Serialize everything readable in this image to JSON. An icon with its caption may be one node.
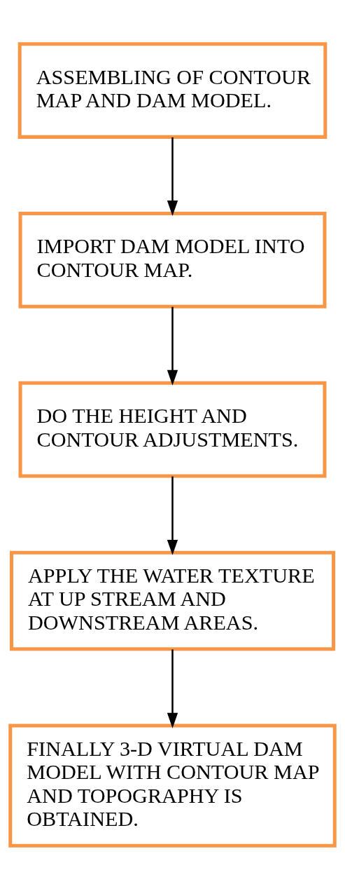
{
  "diagram": {
    "nodes": [
      {
        "text": [
          "ASSEMBLING OF CONTOUR MAP AND DAM MODEL."
        ]
      },
      {
        "text": [
          "IMPORT DAM MODEL INTO CONTOUR MAP."
        ]
      },
      {
        "text": [
          "DO THE HEIGHT AND CONTOUR ADJUSTMENTS."
        ]
      },
      {
        "text": [
          "APPLY THE WATER TEXTURE AT UP STREAM AND DOWNSTREAM AREAS."
        ]
      },
      {
        "text": [
          "FINALLY 3-D VIRTUAL DAM MODEL WITH CONTOUR MAP AND TOPOGRAPHY IS OBTAINED."
        ]
      }
    ],
    "edges": [
      {
        "from": 0,
        "to": 1,
        "arrow": "to"
      },
      {
        "from": 1,
        "to": 2,
        "arrow": "to"
      },
      {
        "from": 2,
        "to": 3,
        "arrow": "to"
      },
      {
        "from": 3,
        "to": 4,
        "arrow": "to"
      }
    ]
  }
}
